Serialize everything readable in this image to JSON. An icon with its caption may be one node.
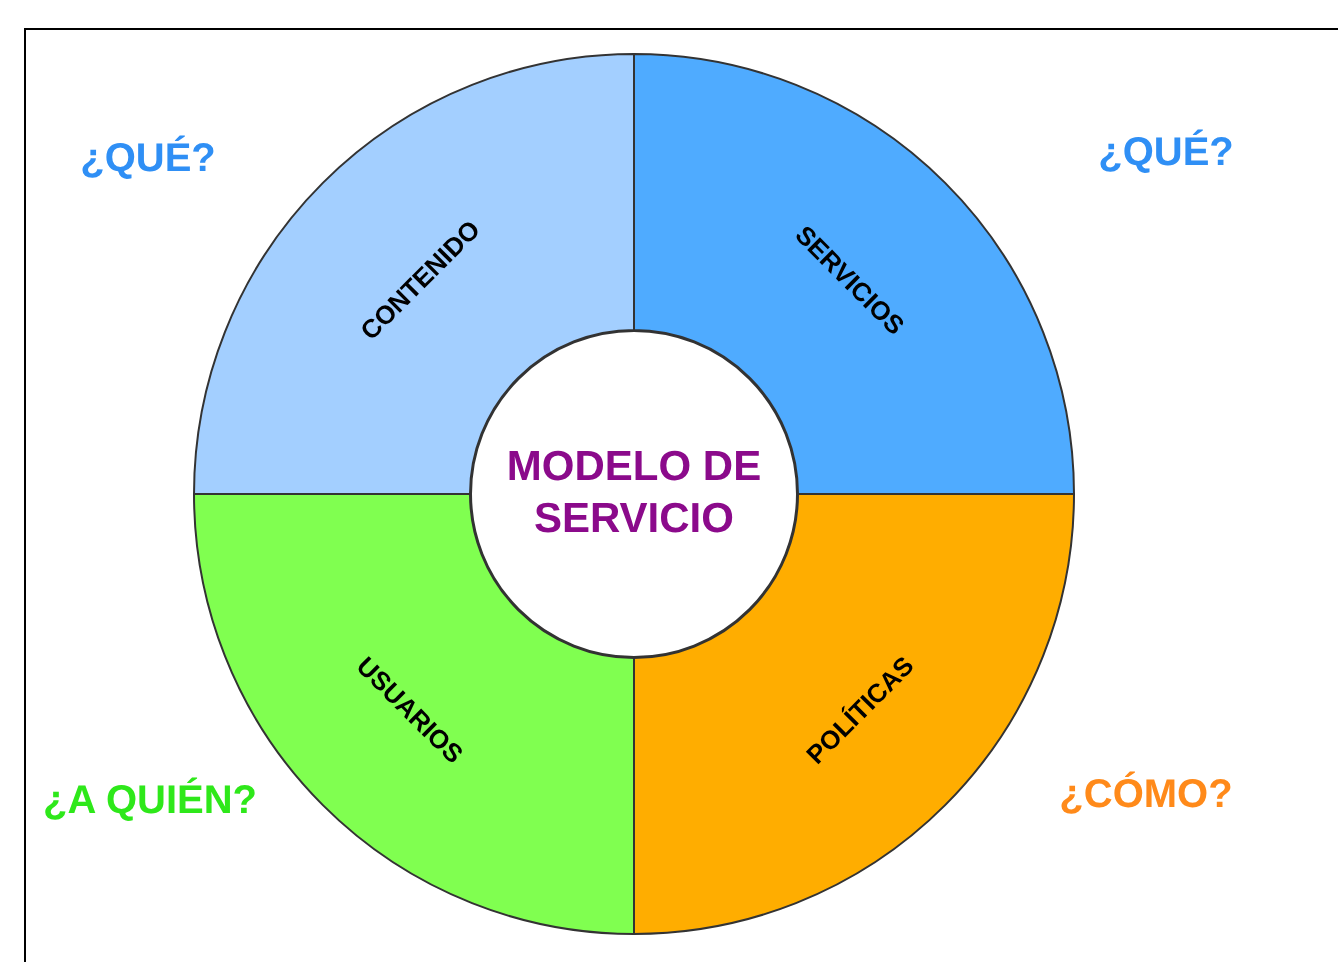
{
  "diagram": {
    "nodes": [
      {
        "text": [
          "CONTENIDO"
        ]
      },
      {
        "text": [
          "SERVICIOS"
        ]
      },
      {
        "text": [
          "MODELO DE SERVICIO"
        ]
      },
      {
        "text": [
          "USUARIOS"
        ]
      },
      {
        "text": [
          "POLÍTICAS"
        ]
      }
    ],
    "labels": [
      "¿QUÉ?",
      "¿QUÉ?",
      "¿A QUIÉN?",
      "¿CÓMO?"
    ]
  }
}
